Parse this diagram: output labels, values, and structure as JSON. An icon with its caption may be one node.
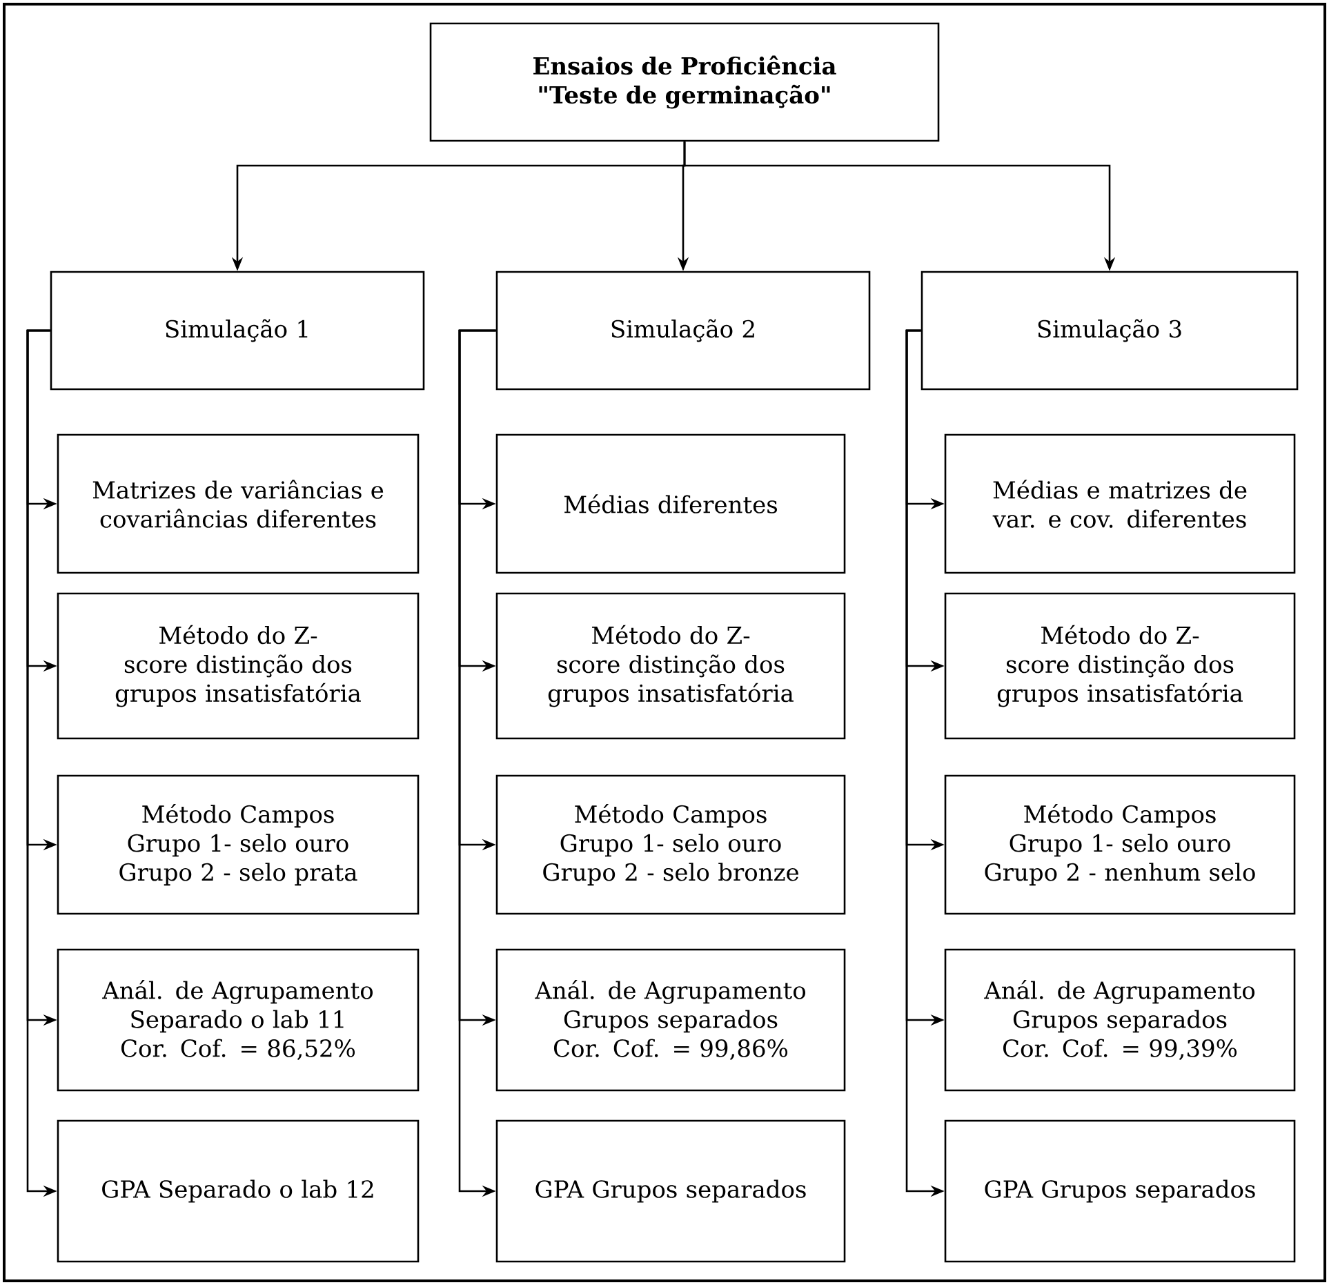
{
  "diagram": {
    "nodes": [
      {
        "text": [
          "Ensaios de Proficiência \"Teste de germinação\""
        ]
      },
      {
        "text": [
          "Simulação 1"
        ]
      },
      {
        "text": [
          "Simulação 2"
        ]
      },
      {
        "text": [
          "Simulação 3"
        ]
      },
      {
        "text": [
          "Matrizes de variâncias e covariâncias diferentes"
        ]
      },
      {
        "text": [
          "Método do Z- score distinção dos grupos insatisfatória"
        ]
      },
      {
        "text": [
          "Método Campos Grupo 1- selo ouro Grupo 2 - selo prata"
        ]
      },
      {
        "text": [
          "Anál. de Agrupamento Separado o lab 11 Cor. Cof. = 86,52%"
        ]
      },
      {
        "text": [
          "GPA Separado o lab 12"
        ]
      },
      {
        "text": [
          "Médias diferentes"
        ]
      },
      {
        "text": [
          "Método do Z- score distinção dos grupos insatisfatória"
        ]
      },
      {
        "text": [
          "Método Campos Grupo 1- selo ouro Grupo 2 - selo bronze"
        ]
      },
      {
        "text": [
          "Anál. de Agrupamento Grupos separados Cor. Cof. = 99,86%"
        ]
      },
      {
        "text": [
          "GPA Grupos separados"
        ]
      },
      {
        "text": [
          "Médias e matrizes de var. e cov. diferentes"
        ]
      },
      {
        "text": [
          "Método do Z- score distinção dos grupos insatisfatória"
        ]
      },
      {
        "text": [
          "Método Campos Grupo 1- selo ouro Grupo 2 - nenhum selo"
        ]
      },
      {
        "text": [
          "Anál. de Agrupamento Grupos separados Cor. Cof. = 99,39%"
        ]
      },
      {
        "text": [
          "GPA Grupos separados"
        ]
      }
    ],
    "edges": [
      {
        "from": 0,
        "to": 1,
        "arrow": "to"
      },
      {
        "from": 0,
        "to": 2,
        "arrow": "to"
      },
      {
        "from": 0,
        "to": 3,
        "arrow": "to"
      },
      {
        "from": 1,
        "to": 4,
        "arrow": "to"
      },
      {
        "from": 1,
        "to": 5,
        "arrow": "to"
      },
      {
        "from": 1,
        "to": 6,
        "arrow": "to"
      },
      {
        "from": 1,
        "to": 7,
        "arrow": "to"
      },
      {
        "from": 1,
        "to": 8,
        "arrow": "to"
      },
      {
        "from": 2,
        "to": 9,
        "arrow": "to"
      },
      {
        "from": 2,
        "to": 10,
        "arrow": "to"
      },
      {
        "from": 2,
        "to": 11,
        "arrow": "to"
      },
      {
        "from": 2,
        "to": 12,
        "arrow": "to"
      },
      {
        "from": 2,
        "to": 13,
        "arrow": "to"
      },
      {
        "from": 3,
        "to": 14,
        "arrow": "to"
      },
      {
        "from": 3,
        "to": 15,
        "arrow": "to"
      },
      {
        "from": 3,
        "to": 16,
        "arrow": "to"
      },
      {
        "from": 3,
        "to": 17,
        "arrow": "to"
      },
      {
        "from": 3,
        "to": 18,
        "arrow": "to"
      }
    ]
  }
}
